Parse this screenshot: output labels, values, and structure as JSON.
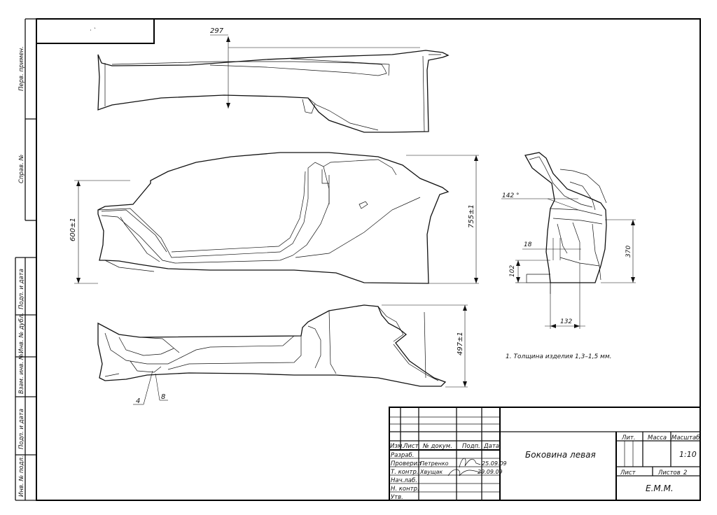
{
  "side_stamp": {
    "perv_primen": "Перв. примен.",
    "sprav": "Справ. №",
    "podp_data_1": "Подп. и дата",
    "inv_dubl": "Инв. № дубл.",
    "vzam_inv": "Взам. инв. №",
    "podp_data_2": "Подп. и дата",
    "inv_podl": "Инв. № подл."
  },
  "dimensions": {
    "top_297": "297",
    "front_600": "600±1",
    "front_755": "755±1",
    "bottom_497": "497±1",
    "side_142": "142 °",
    "side_18": "18",
    "side_102": "102",
    "side_370": "370",
    "side_132": "132"
  },
  "callouts": {
    "c4": "4",
    "c8": "8"
  },
  "note": "1. Толщина изделия 1,3–1,5 мм.",
  "title_block": {
    "col_izm": "Изм.",
    "col_list": "Лист",
    "col_dokum": "№ докум.",
    "col_podp": "Подп.",
    "col_data": "Дата",
    "row_razrab": "Разраб.",
    "row_proveril": "Проверил",
    "row_t_kontr": "Т. контр.",
    "row_nach_lab": "Нач.лаб.",
    "row_n_kontr": "Н. контр.",
    "row_utv": "Утв.",
    "proveril_name": "Петренко",
    "t_kontr_name": "Хвущак",
    "date_1": "25.09.09",
    "date_2": "29.09.09",
    "title": "Боковина левая",
    "hdr_lit": "Лит.",
    "hdr_massa": "Масса",
    "hdr_masshtab": "Масштаб",
    "scale": "1:10",
    "list_label": "Лист",
    "listov_label": "Листов",
    "listov_value": "2",
    "org": "Е.М.М."
  }
}
